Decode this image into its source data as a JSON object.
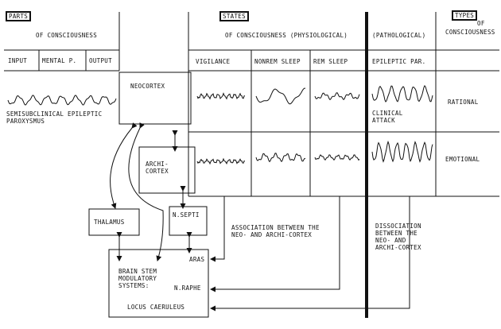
{
  "header": {
    "parts_title": "PARTS",
    "parts_subtitle": "OF CONSCIOUSNESS",
    "parts_columns": [
      "INPUT",
      "MENTAL P.",
      "OUTPUT"
    ],
    "states_title": "STATES",
    "states_subtitle": "OF CONSCIOUSNESS (PHYSIOLOGICAL)",
    "pathological_label": "(PATHOLOGICAL)",
    "types_title": "TYPES",
    "types_subtitle_1": "OF",
    "types_subtitle_2": "CONSCIOUSNESS"
  },
  "state_columns": [
    "VIGILANCE",
    "NONREM SLEEP",
    "REM SLEEP",
    "EPILEPTIC PAR."
  ],
  "types": [
    "RATIONAL",
    "EMOTIONAL"
  ],
  "left_text": {
    "semisubclinical": "SEMISUBCLINICAL EPILEPTIC\nPAROXYSMUS"
  },
  "boxes": {
    "neocortex": "NEOCORTEX",
    "archicortex": "ARCHI-\nCORTEX",
    "thalamus": "THALAMUS",
    "nsepti": "N.SEPTI",
    "brainstem": "BRAIN STEM\nMODULATORY\nSYSTEMS:",
    "aras": "ARAS",
    "nraphe": "N.RAPHE",
    "locus": "LOCUS CAERULEUS"
  },
  "annotations": {
    "clinical_attack": "CLINICAL\nATTACK",
    "association": "ASSOCIATION BETWEEN THE\nNEO- AND ARCHI-CORTEX",
    "dissociation": "DISSOCIATION\nBETWEEN THE\nNEO- AND\nARCHI-CORTEX"
  }
}
